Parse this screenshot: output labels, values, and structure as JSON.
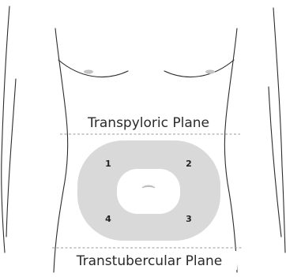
{
  "planes": {
    "upper_label": "Transpyloric Plane",
    "lower_label": "Transtubercular Plane"
  },
  "quadrants": {
    "q1": "1",
    "q2": "2",
    "q3": "3",
    "q4": "4"
  },
  "colors": {
    "outline": "#2c2c2c",
    "ring_fill": "#d9d9d9",
    "center_fill": "#ffffff",
    "plane_line": "#9a9a9a",
    "text": "#2a2a2a"
  }
}
